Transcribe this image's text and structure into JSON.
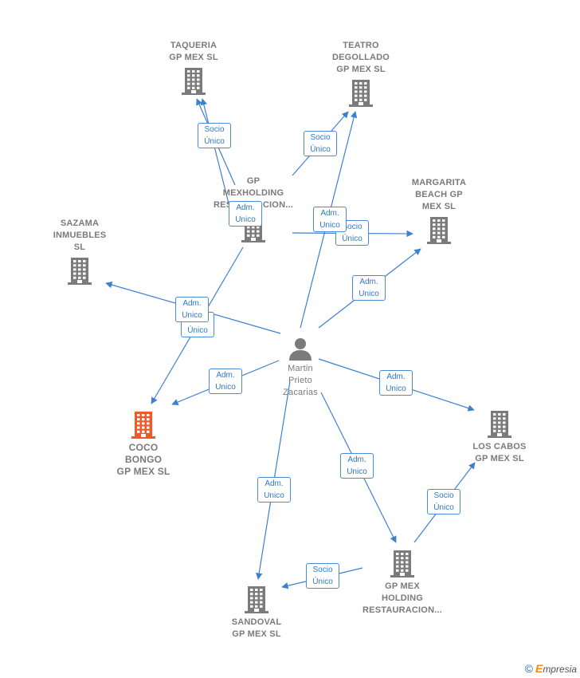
{
  "nodes": [
    {
      "id": "taqueria",
      "type": "company",
      "label": "TAQUERIA\nGP MEX  SL",
      "icon": "building-icon"
    },
    {
      "id": "teatro",
      "type": "company",
      "label": "TEATRO\nDEGOLLADO\nGP MEX  SL",
      "icon": "building-icon"
    },
    {
      "id": "gpmexholding",
      "type": "company",
      "label": "GP\nMEXHOLDING\nRESTAURACION...",
      "icon": "building-icon"
    },
    {
      "id": "margarita",
      "type": "company",
      "label": "MARGARITA\nBEACH GP\nMEX  SL",
      "icon": "building-icon"
    },
    {
      "id": "sazama",
      "type": "company",
      "label": "SAZAMA\nINMUEBLES\nSL",
      "icon": "building-icon"
    },
    {
      "id": "martin",
      "type": "person",
      "label": "Martin\nPrieto\nZacarias",
      "icon": "person-icon"
    },
    {
      "id": "coco",
      "type": "company",
      "label": "COCO\nBONGO\nGP MEX  SL",
      "icon": "building-icon",
      "highlight": true
    },
    {
      "id": "loscabos",
      "type": "company",
      "label": "LOS CABOS\nGP MEX  SL",
      "icon": "building-icon"
    },
    {
      "id": "gpmexholding2",
      "type": "company",
      "label": "GP MEX\nHOLDING\nRESTAURACION...",
      "icon": "building-icon"
    },
    {
      "id": "sandoval",
      "type": "company",
      "label": "SANDOVAL\nGP MEX  SL",
      "icon": "building-icon"
    }
  ],
  "edges": [
    {
      "from": "gpmexholding",
      "to": "taqueria",
      "label": "Socio\nÚnico"
    },
    {
      "from": "gpmexholding",
      "to": "teatro",
      "label": "Socio\nÚnico"
    },
    {
      "from": "gpmexholding",
      "to": "margarita",
      "label": "Socio\nÚnico"
    },
    {
      "from": "gpmexholding",
      "to": "coco",
      "label": "Socio\nÚnico"
    },
    {
      "from": "martin",
      "to": "taqueria",
      "label": "Adm.\nUnico"
    },
    {
      "from": "martin",
      "to": "teatro",
      "label": "Adm.\nUnico"
    },
    {
      "from": "martin",
      "to": "margarita",
      "label": "Adm.\nUnico"
    },
    {
      "from": "martin",
      "to": "sazama",
      "label": "Adm.\nUnico"
    },
    {
      "from": "martin",
      "to": "coco",
      "label": "Adm.\nUnico"
    },
    {
      "from": "martin",
      "to": "loscabos",
      "label": "Adm.\nUnico"
    },
    {
      "from": "martin",
      "to": "gpmexholding2",
      "label": "Adm.\nUnico"
    },
    {
      "from": "martin",
      "to": "sandoval",
      "label": "Adm.\nUnico"
    },
    {
      "from": "gpmexholding2",
      "to": "loscabos",
      "label": "Socio\nÚnico"
    },
    {
      "from": "gpmexholding2",
      "to": "sandoval",
      "label": "Socio\nÚnico"
    }
  ],
  "colors": {
    "edge": "#3d7fd1",
    "building": "#7b7b7b",
    "building_highlight": "#f05a2a",
    "person": "#7b7b7b"
  },
  "footer": {
    "copyright": "©",
    "brand_initial": "E",
    "brand_rest": "mpresia"
  }
}
